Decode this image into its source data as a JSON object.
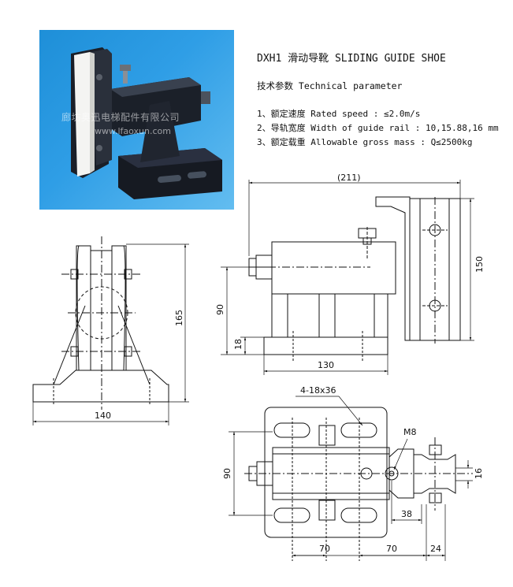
{
  "photo": {
    "watermark_cn": "廊坊奥迅电梯配件有限公司",
    "watermark_url": "www.lfaoxun.com"
  },
  "title": "DXH1 滑动导靴   SLIDING GUIDE SHOE",
  "tech_heading": "技术参数  Technical parameter",
  "specs": [
    "1、额定速度  Rated speed : ≤2.0m/s",
    "2、导轨宽度  Width of guide rail : 10,15.88,16 mm",
    "3、额定载重  Allowable gross mass : Q≤2500kg"
  ],
  "dims": {
    "d211": "(211)",
    "d150": "150",
    "d90_side": "90",
    "d18": "18",
    "d130": "130",
    "d165": "165",
    "d140": "140",
    "d4_18x36": "4-18x36",
    "dM8": "M8",
    "d90_top": "90",
    "d16": "16",
    "d38": "38",
    "d70_a": "70",
    "d70_b": "70",
    "d24": "24"
  },
  "colors": {
    "background": "#ffffff",
    "photo_bg": "#2f9ee6",
    "line": "#111111"
  }
}
